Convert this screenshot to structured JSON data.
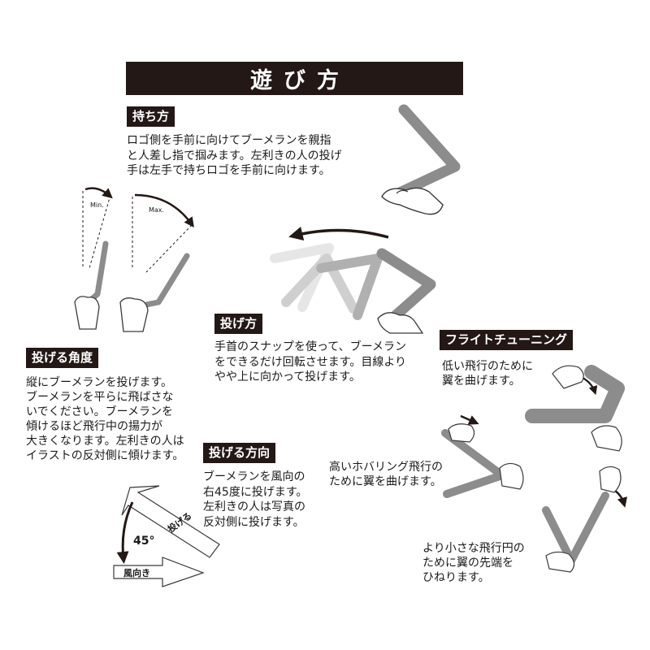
{
  "header": {
    "title": "遊び方"
  },
  "sections": {
    "hold": {
      "label": "持ち方",
      "lines": [
        "ロゴ側を手前に向けてブーメランを親指",
        "と人差し指で掴みます。左利きの人の投げ",
        "手は左手で持ちロゴを手前に向けます。"
      ]
    },
    "throw": {
      "label": "投げ方",
      "lines": [
        "手首のスナップを使って、ブーメラン",
        "をできるだけ回転させます。目線より",
        "やや上に向かって投げます。"
      ]
    },
    "angle": {
      "label": "投げる角度",
      "lines": [
        "縦にブーメランを投げます。",
        "ブーメランを平らに飛ばさな",
        "いでください。ブーメランを",
        "傾けるほど飛行中の揚力が",
        "大きくなります。左利きの人は",
        "イラストの反対側に傾けます。"
      ]
    },
    "direction": {
      "label": "投げる方向",
      "lines": [
        "ブーメランを風向の",
        "右45度に投げます。",
        "左利きの人は写真の",
        "反対側に投げます。"
      ]
    },
    "tuning": {
      "label": "フライトチューニング",
      "low": [
        "低い飛行のために",
        "翼を曲げます。"
      ],
      "high": [
        "高いホバリング飛行の",
        "ために翼を曲げます。"
      ],
      "small": [
        "より小さな飛行円の",
        "ために翼の先端を",
        "ひねります。"
      ]
    }
  },
  "angle_marks": {
    "min": "Min.",
    "max": "Max."
  },
  "direction_diagram": {
    "degrees": "45°",
    "throw_label": "投げる",
    "wind_label": "風向き"
  },
  "colors": {
    "dark": "#231815",
    "boomerang": "#8c8c8c",
    "boomerang_light": "#cfcfcf",
    "outline": "#3a3a3a"
  }
}
